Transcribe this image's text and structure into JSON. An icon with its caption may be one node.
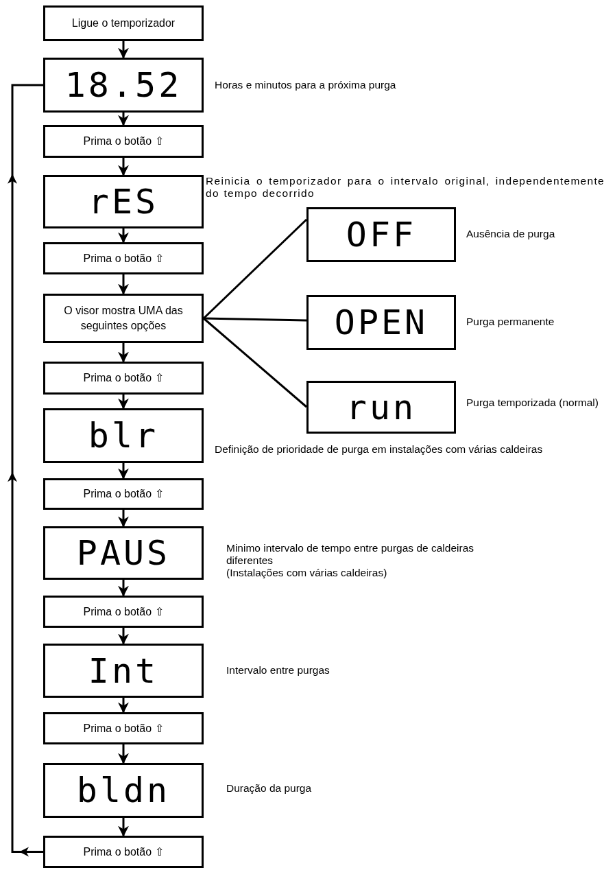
{
  "diagram": {
    "nodes": [
      {
        "text": [
          "Ligue o temporizador"
        ]
      },
      {
        "text": [
          "18.52"
        ],
        "beside": [
          "Horas e minutos para a próxima purga"
        ]
      },
      {
        "text": [
          "Prima o botão ⇧"
        ]
      },
      {
        "text": [
          "rES"
        ],
        "beside": [
          "Reinicia o temporizador para o intervalo original, independentemente do tempo decorrido"
        ]
      },
      {
        "text": [
          "Prima o botão ⇧"
        ]
      },
      {
        "text": [
          "O visor mostra UMA das seguintes opções"
        ]
      },
      {
        "text": [
          "Prima o botão ⇧"
        ]
      },
      {
        "text": [
          "blr"
        ],
        "beside": [
          "Definição de prioridade de purga em instalações com várias caldeiras"
        ]
      },
      {
        "text": [
          "Prima o botão ⇧"
        ]
      },
      {
        "text": [
          "PAUS"
        ],
        "beside": [
          "Minimo intervalo de tempo entre purgas de caldeiras diferentes",
          "(Instalações com várias caldeiras)"
        ]
      },
      {
        "text": [
          "Prima o botão ⇧"
        ]
      },
      {
        "text": [
          "Int"
        ],
        "beside": [
          "Intervalo entre purgas"
        ]
      },
      {
        "text": [
          "Prima o botão ⇧"
        ]
      },
      {
        "text": [
          "bldn"
        ],
        "beside": [
          "Duração da purga"
        ]
      },
      {
        "text": [
          "Prima o botão ⇧"
        ]
      },
      {
        "text": [
          "OFF"
        ],
        "beside": [
          "Ausência de purga"
        ]
      },
      {
        "text": [
          "OPEN"
        ],
        "beside": [
          "Purga permanente"
        ]
      },
      {
        "text": [
          "run"
        ],
        "beside": [
          "Purga temporizada (normal)"
        ]
      }
    ],
    "edges": [
      {
        "from": 0,
        "to": 1,
        "arrow": "to"
      },
      {
        "from": 1,
        "to": 2,
        "arrow": "to"
      },
      {
        "from": 2,
        "to": 3,
        "arrow": "to"
      },
      {
        "from": 3,
        "to": 4,
        "arrow": "to"
      },
      {
        "from": 4,
        "to": 5,
        "arrow": "to"
      },
      {
        "from": 5,
        "to": 6,
        "arrow": "to"
      },
      {
        "from": 6,
        "to": 7,
        "arrow": "to"
      },
      {
        "from": 7,
        "to": 8,
        "arrow": "to"
      },
      {
        "from": 8,
        "to": 9,
        "arrow": "to"
      },
      {
        "from": 9,
        "to": 10,
        "arrow": "to"
      },
      {
        "from": 10,
        "to": 11,
        "arrow": "to"
      },
      {
        "from": 11,
        "to": 12,
        "arrow": "to"
      },
      {
        "from": 12,
        "to": 13,
        "arrow": "to"
      },
      {
        "from": 13,
        "to": 14,
        "arrow": "to"
      },
      {
        "from": 5,
        "to": 15,
        "arrow": "none"
      },
      {
        "from": 5,
        "to": 16,
        "arrow": "none"
      },
      {
        "from": 5,
        "to": 17,
        "arrow": "none"
      },
      {
        "from": 14,
        "to": 1,
        "arrow": "to"
      }
    ]
  }
}
